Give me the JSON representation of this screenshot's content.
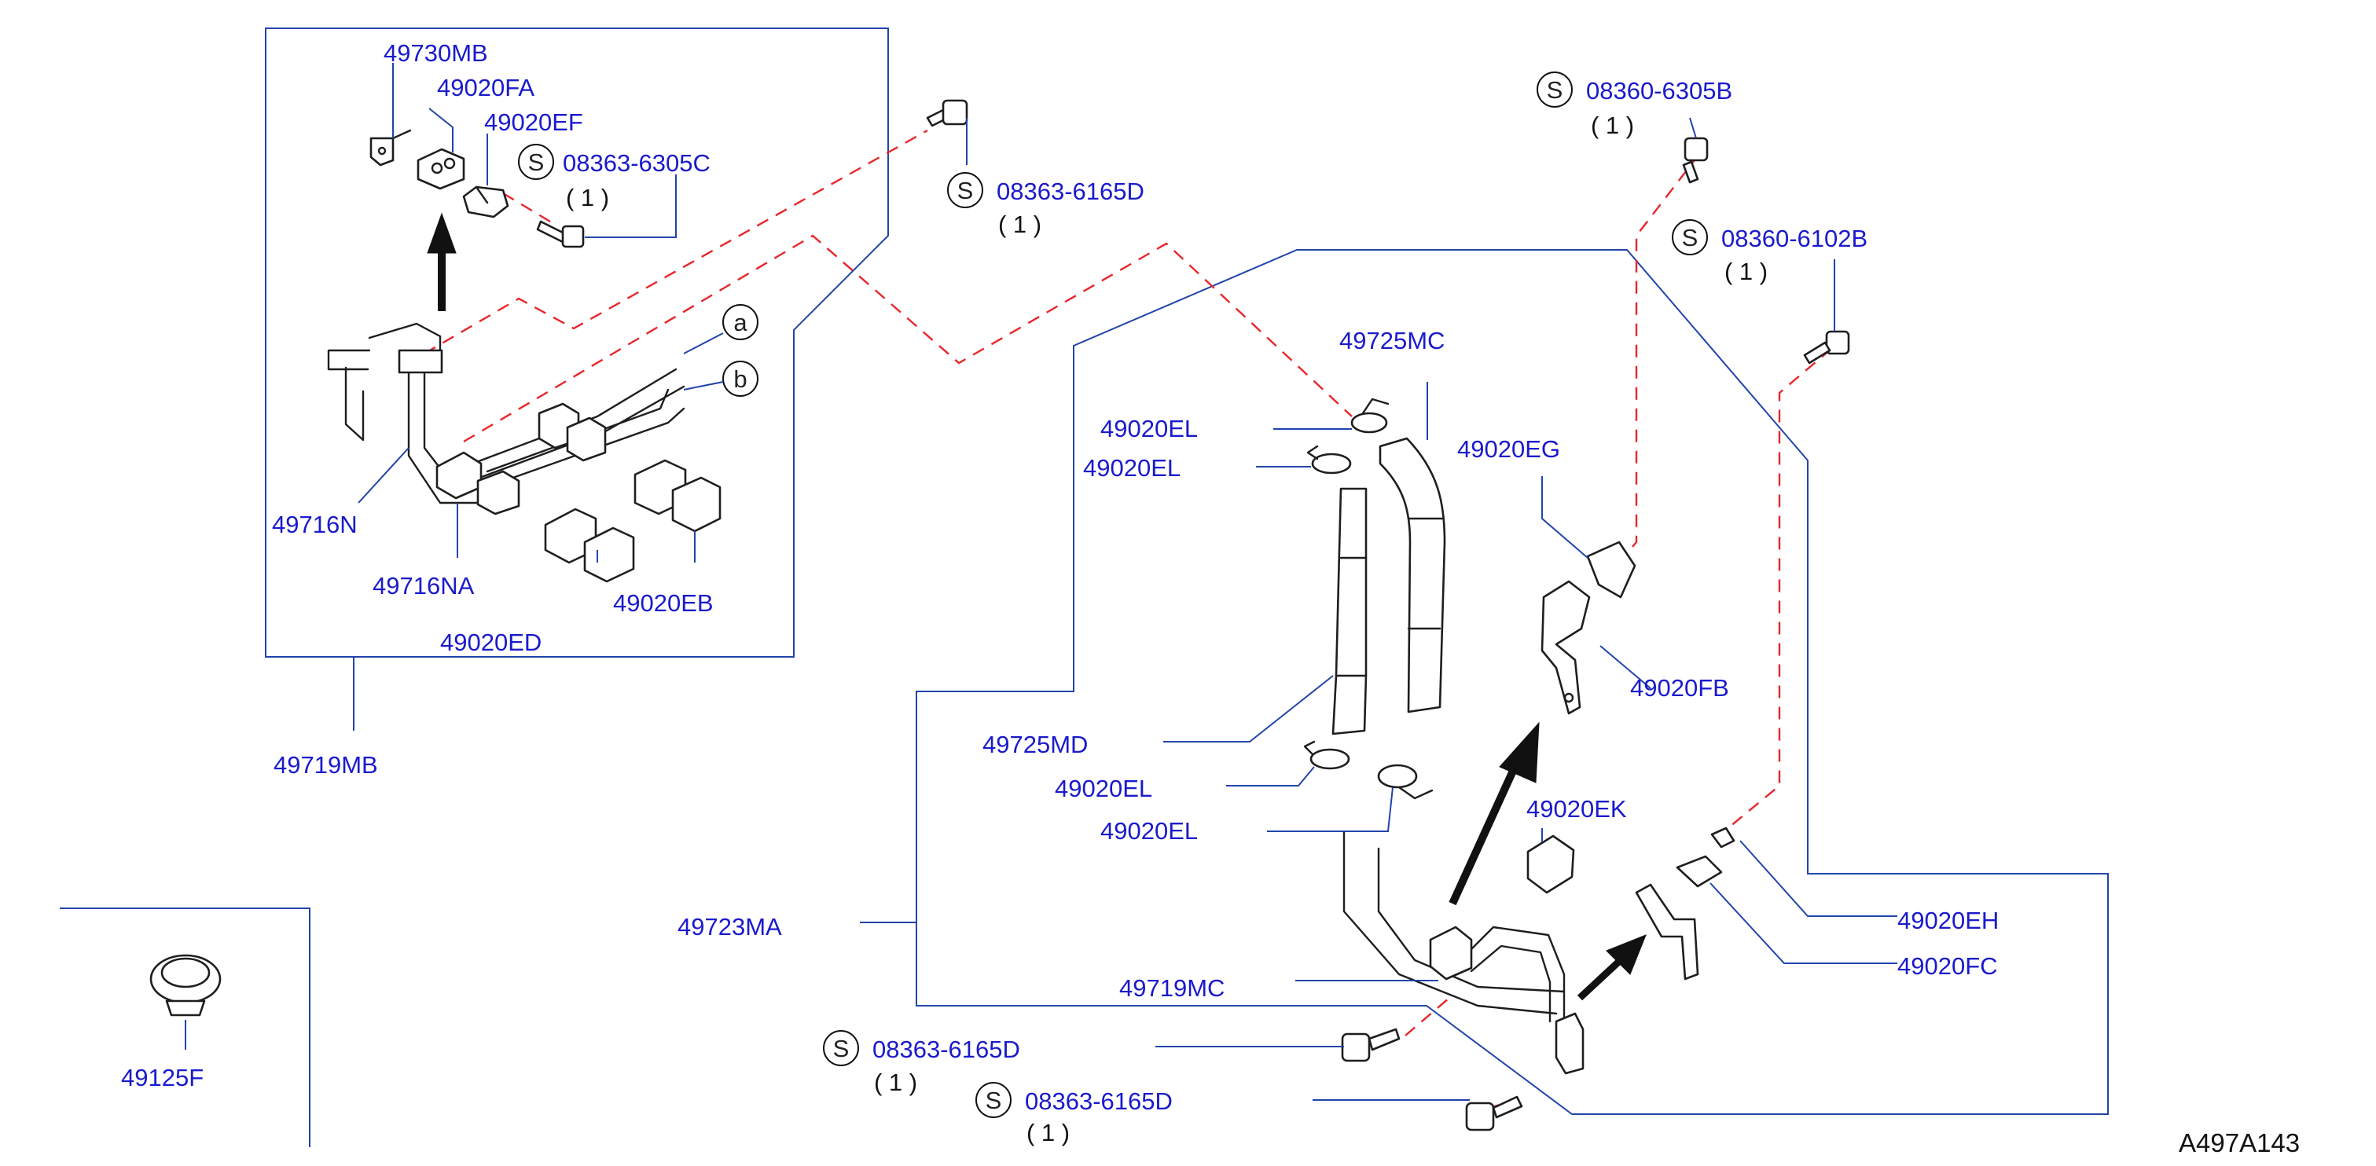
{
  "diagram": {
    "figure_code": "A497A143",
    "parts": {
      "p49730MB": "49730MB",
      "p49020FA": "49020FA",
      "p49020EF": "49020EF",
      "p49716N": "49716N",
      "p49716NA": "49716NA",
      "p49020EB": "49020EB",
      "p49020ED": "49020ED",
      "p49719MB": "49719MB",
      "p49125F": "49125F",
      "p49725MC": "49725MC",
      "p49020EL_1": "49020EL",
      "p49020EL_2": "49020EL",
      "p49020EG": "49020EG",
      "p49020FB": "49020FB",
      "p49725MD": "49725MD",
      "p49020EL_3": "49020EL",
      "p49020EL_4": "49020EL",
      "p49020EK": "49020EK",
      "p49723MA": "49723MA",
      "p49719MC": "49719MC",
      "p49020EH": "49020EH",
      "p49020FC": "49020FC"
    },
    "bolts": {
      "b1": {
        "symbol": "S",
        "part": "08363-6305C",
        "qty": "( 1 )"
      },
      "b2": {
        "symbol": "S",
        "part": "08363-6165D",
        "qty": "( 1 )"
      },
      "b3": {
        "symbol": "S",
        "part": "08360-6305B",
        "qty": "( 1 )"
      },
      "b4": {
        "symbol": "S",
        "part": "08360-6102B",
        "qty": "( 1 )"
      },
      "b5": {
        "symbol": "S",
        "part": "08363-6165D",
        "qty": "( 1 )"
      },
      "b6": {
        "symbol": "S",
        "part": "08363-6165D",
        "qty": "( 1 )"
      }
    },
    "refs": {
      "a": "a",
      "b": "b"
    },
    "colors": {
      "label": "#1a1acc",
      "leader": "#2244aa",
      "dashed": "#e8262a",
      "part": "#1e1e1e"
    }
  }
}
